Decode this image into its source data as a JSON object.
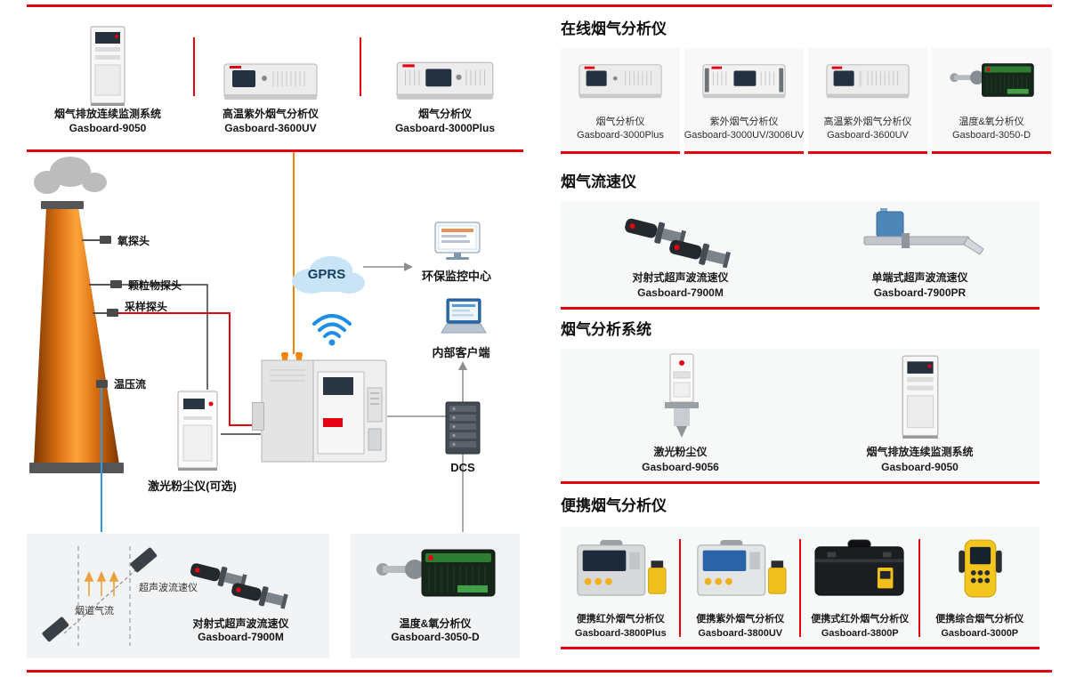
{
  "colors": {
    "accent": "#e60012",
    "orange_line": "#f08300",
    "blue_line": "#2f9ae0"
  },
  "left": {
    "top_products": [
      {
        "name": "烟气排放连续监测系统",
        "model": "Gasboard-9050"
      },
      {
        "name": "高温紫外烟气分析仪",
        "model": "Gasboard-3600UV"
      },
      {
        "name": "烟气分析仪",
        "model": "Gasboard-3000Plus"
      }
    ],
    "diagram": {
      "probes": [
        "氧探头",
        "颗粒物探头",
        "采样探头",
        "温压流"
      ],
      "laser_dust": "激光粉尘仪(可选)",
      "gprs": "GPRS",
      "monitor_center": "环保监控中心",
      "internal_client": "内部客户端",
      "dcs": "DCS",
      "flue_flow": "烟道气流",
      "ultrasonic": "超声波流速仪",
      "bottom_products": [
        {
          "name": "对射式超声波流速仪",
          "model": "Gasboard-7900M"
        },
        {
          "name": "温度&氧分析仪",
          "model": "Gasboard-3050-D"
        }
      ]
    }
  },
  "right": {
    "sections": [
      {
        "title": "在线烟气分析仪",
        "products": [
          {
            "name": "烟气分析仪",
            "model": "Gasboard-3000Plus"
          },
          {
            "name": "紫外烟气分析仪",
            "model": "Gasboard-3000UV/3006UV"
          },
          {
            "name": "高温紫外烟气分析仪",
            "model": "Gasboard-3600UV"
          },
          {
            "name": "温度&氧分析仪",
            "model": "Gasboard-3050-D"
          }
        ]
      },
      {
        "title": "烟气流速仪",
        "products": [
          {
            "name": "对射式超声波流速仪",
            "model": "Gasboard-7900M"
          },
          {
            "name": "单端式超声波流速仪",
            "model": "Gasboard-7900PR"
          }
        ]
      },
      {
        "title": "烟气分析系统",
        "products": [
          {
            "name": "激光粉尘仪",
            "model": "Gasboard-9056"
          },
          {
            "name": "烟气排放连续监测系统",
            "model": "Gasboard-9050"
          }
        ]
      },
      {
        "title": "便携烟气分析仪",
        "products": [
          {
            "name": "便携红外烟气分析仪",
            "model": "Gasboard-3800Plus"
          },
          {
            "name": "便携紫外烟气分析仪",
            "model": "Gasboard-3800UV"
          },
          {
            "name": "便携式红外烟气分析仪",
            "model": "Gasboard-3800P"
          },
          {
            "name": "便携综合烟气分析仪",
            "model": "Gasboard-3000P"
          }
        ]
      }
    ]
  }
}
